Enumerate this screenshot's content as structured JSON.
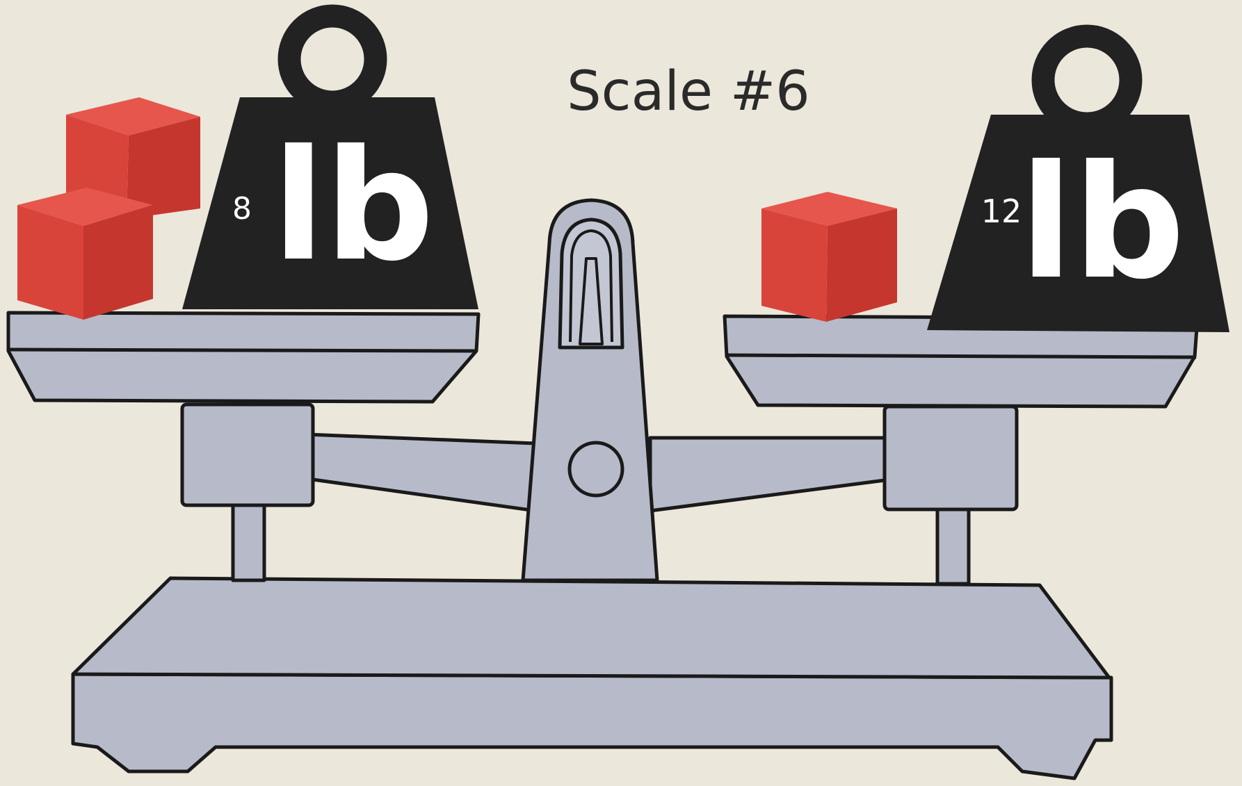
{
  "title": "Scale #6",
  "left_pan": {
    "weight_number": "8",
    "weight_unit": "lb",
    "cube_count": 2
  },
  "right_pan": {
    "weight_number": "12",
    "weight_unit": "lb",
    "cube_count": 1
  },
  "colors": {
    "background": "#ece7db",
    "scale_fill": "#b6bac9",
    "outline": "#1a1a1a",
    "weight": "#222222",
    "cube_front": "#d9443a",
    "cube_top": "#e6564c",
    "cube_side": "#c5372e"
  }
}
